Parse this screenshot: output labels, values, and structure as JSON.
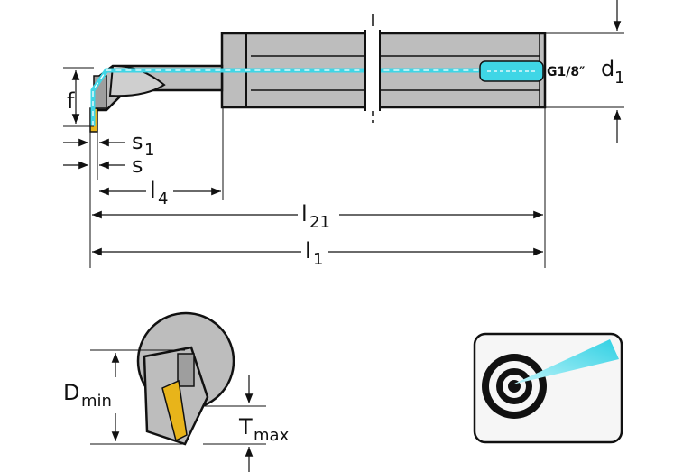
{
  "labels": {
    "f": "f",
    "s1_main": "s",
    "s1_sub": "1",
    "s": "s",
    "l4_main": "l",
    "l4_sub": "4",
    "l21_main": "l",
    "l21_sub": "21",
    "l1_main": "l",
    "l1_sub": "1",
    "d1_main": "d",
    "d1_sub": "1",
    "thread": "G1/8″",
    "dmin_main": "D",
    "dmin_sub": "min",
    "tmax_main": "T",
    "tmax_sub": "max"
  },
  "colors": {
    "coolant": "#3fd6e6",
    "insert": "#e8b41a",
    "body": "#bdbdbd",
    "line": "#111111"
  },
  "icons": {
    "coolant_target": "coolant-target-icon"
  }
}
